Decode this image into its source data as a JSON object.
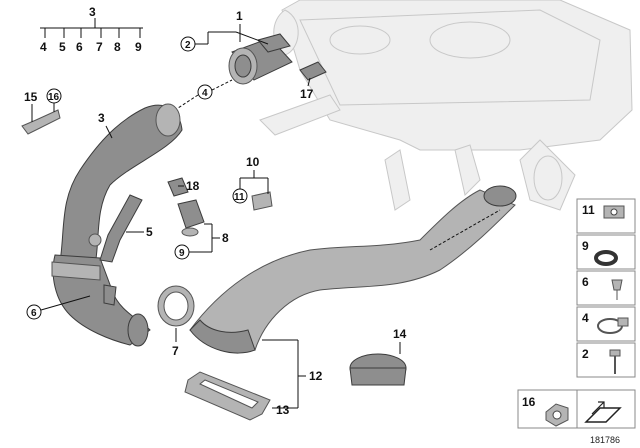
{
  "callouts": {
    "c1": "1",
    "c2": "2",
    "c3top": "3",
    "c4": "4",
    "c5": "5",
    "c6": "6",
    "c7": "7",
    "c8": "8",
    "c9": "9",
    "c3": "3",
    "c4b": "4",
    "c10": "10",
    "c11": "11",
    "c12": "12",
    "c13": "13",
    "c14": "14",
    "c15": "15",
    "c16": "16",
    "c17": "17",
    "c18": "18"
  },
  "group_row": [
    "4",
    "5",
    "6",
    "7",
    "8",
    "9"
  ],
  "legend": [
    "11",
    "9",
    "6",
    "4",
    "2",
    "16"
  ],
  "reference_number": "181786"
}
